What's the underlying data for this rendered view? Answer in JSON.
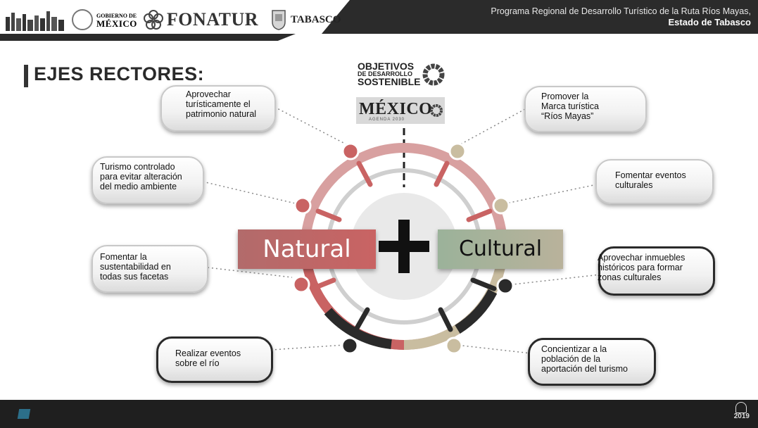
{
  "header": {
    "logos": {
      "gobierno_small": "GOBIERNO DE",
      "gobierno_big": "MÉXICO",
      "fonatur": "FONATUR",
      "tabasco": "TABASCO"
    },
    "program_line1": "Programa Regional de Desarrollo Turístico de la Ruta Ríos Mayas,",
    "program_line2": "Estado de Tabasco"
  },
  "title": "EJES RECTORES:",
  "ods_logo": {
    "line1": "OBJETIVOS",
    "line2": "DE DESARROLLO",
    "line3": "SOSTENIBLE",
    "mexico": "MÉXICO",
    "agenda": "AGENDA 2030"
  },
  "center": {
    "left": "Natural",
    "right": "Cultural"
  },
  "natural_axes": [
    {
      "lines": [
        "Aprovechar",
        "turísticamente el",
        "patrimonio natural"
      ]
    },
    {
      "lines": [
        "Turismo controlado",
        "para evitar alteración",
        "del medio ambiente"
      ]
    },
    {
      "lines": [
        "Fomentar la",
        "sustentabilidad en",
        "todas sus facetas"
      ]
    },
    {
      "lines": [
        "Realizar eventos",
        "sobre el río"
      ]
    }
  ],
  "cultural_axes": [
    {
      "lines": [
        "Promover la",
        "Marca turística",
        "“Ríos Mayas”"
      ]
    },
    {
      "lines": [
        "Fomentar eventos",
        "culturales"
      ]
    },
    {
      "lines": [
        "Aprovechar inmuebles",
        "históricos para formar",
        "zonas culturales"
      ]
    },
    {
      "lines": [
        "Concientizar a la",
        "población de la",
        "aportación del turismo"
      ]
    }
  ],
  "footer": {
    "year": "2019"
  },
  "colors": {
    "natural": "#c96363",
    "cultural": "#b9b29b",
    "dark": "#2b2b2b"
  }
}
